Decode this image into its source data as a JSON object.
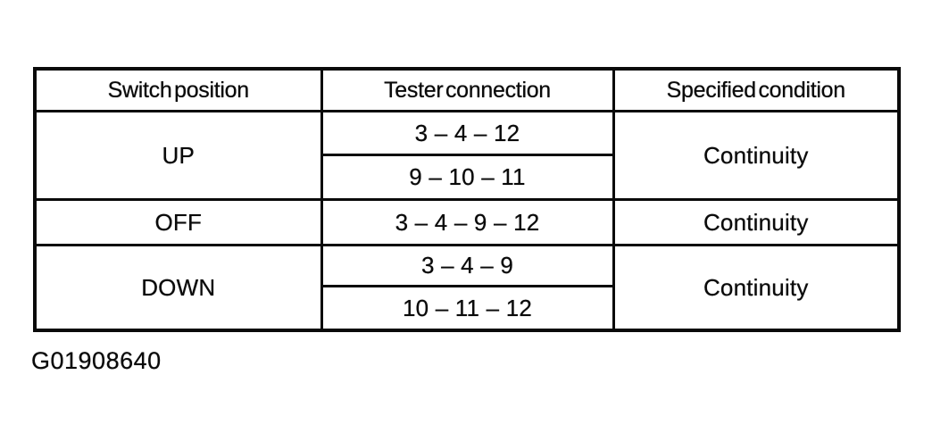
{
  "colors": {
    "background": "#ffffff",
    "text": "#0a0a0a",
    "border": "#0a0a0a"
  },
  "table": {
    "headers": [
      "Switch position",
      "Tester connection",
      "Specified condition"
    ],
    "rows": [
      {
        "switch_position": "UP",
        "tester_connections": [
          "3 – 4 – 12",
          "9 – 10 – 11"
        ],
        "specified_condition": "Continuity"
      },
      {
        "switch_position": "OFF",
        "tester_connections": [
          "3 – 4 – 9 – 12"
        ],
        "specified_condition": "Continuity"
      },
      {
        "switch_position": "DOWN",
        "tester_connections": [
          "3 – 4 – 9",
          "10 – 11 – 12"
        ],
        "specified_condition": "Continuity"
      }
    ]
  },
  "figure_code": "G01908640"
}
